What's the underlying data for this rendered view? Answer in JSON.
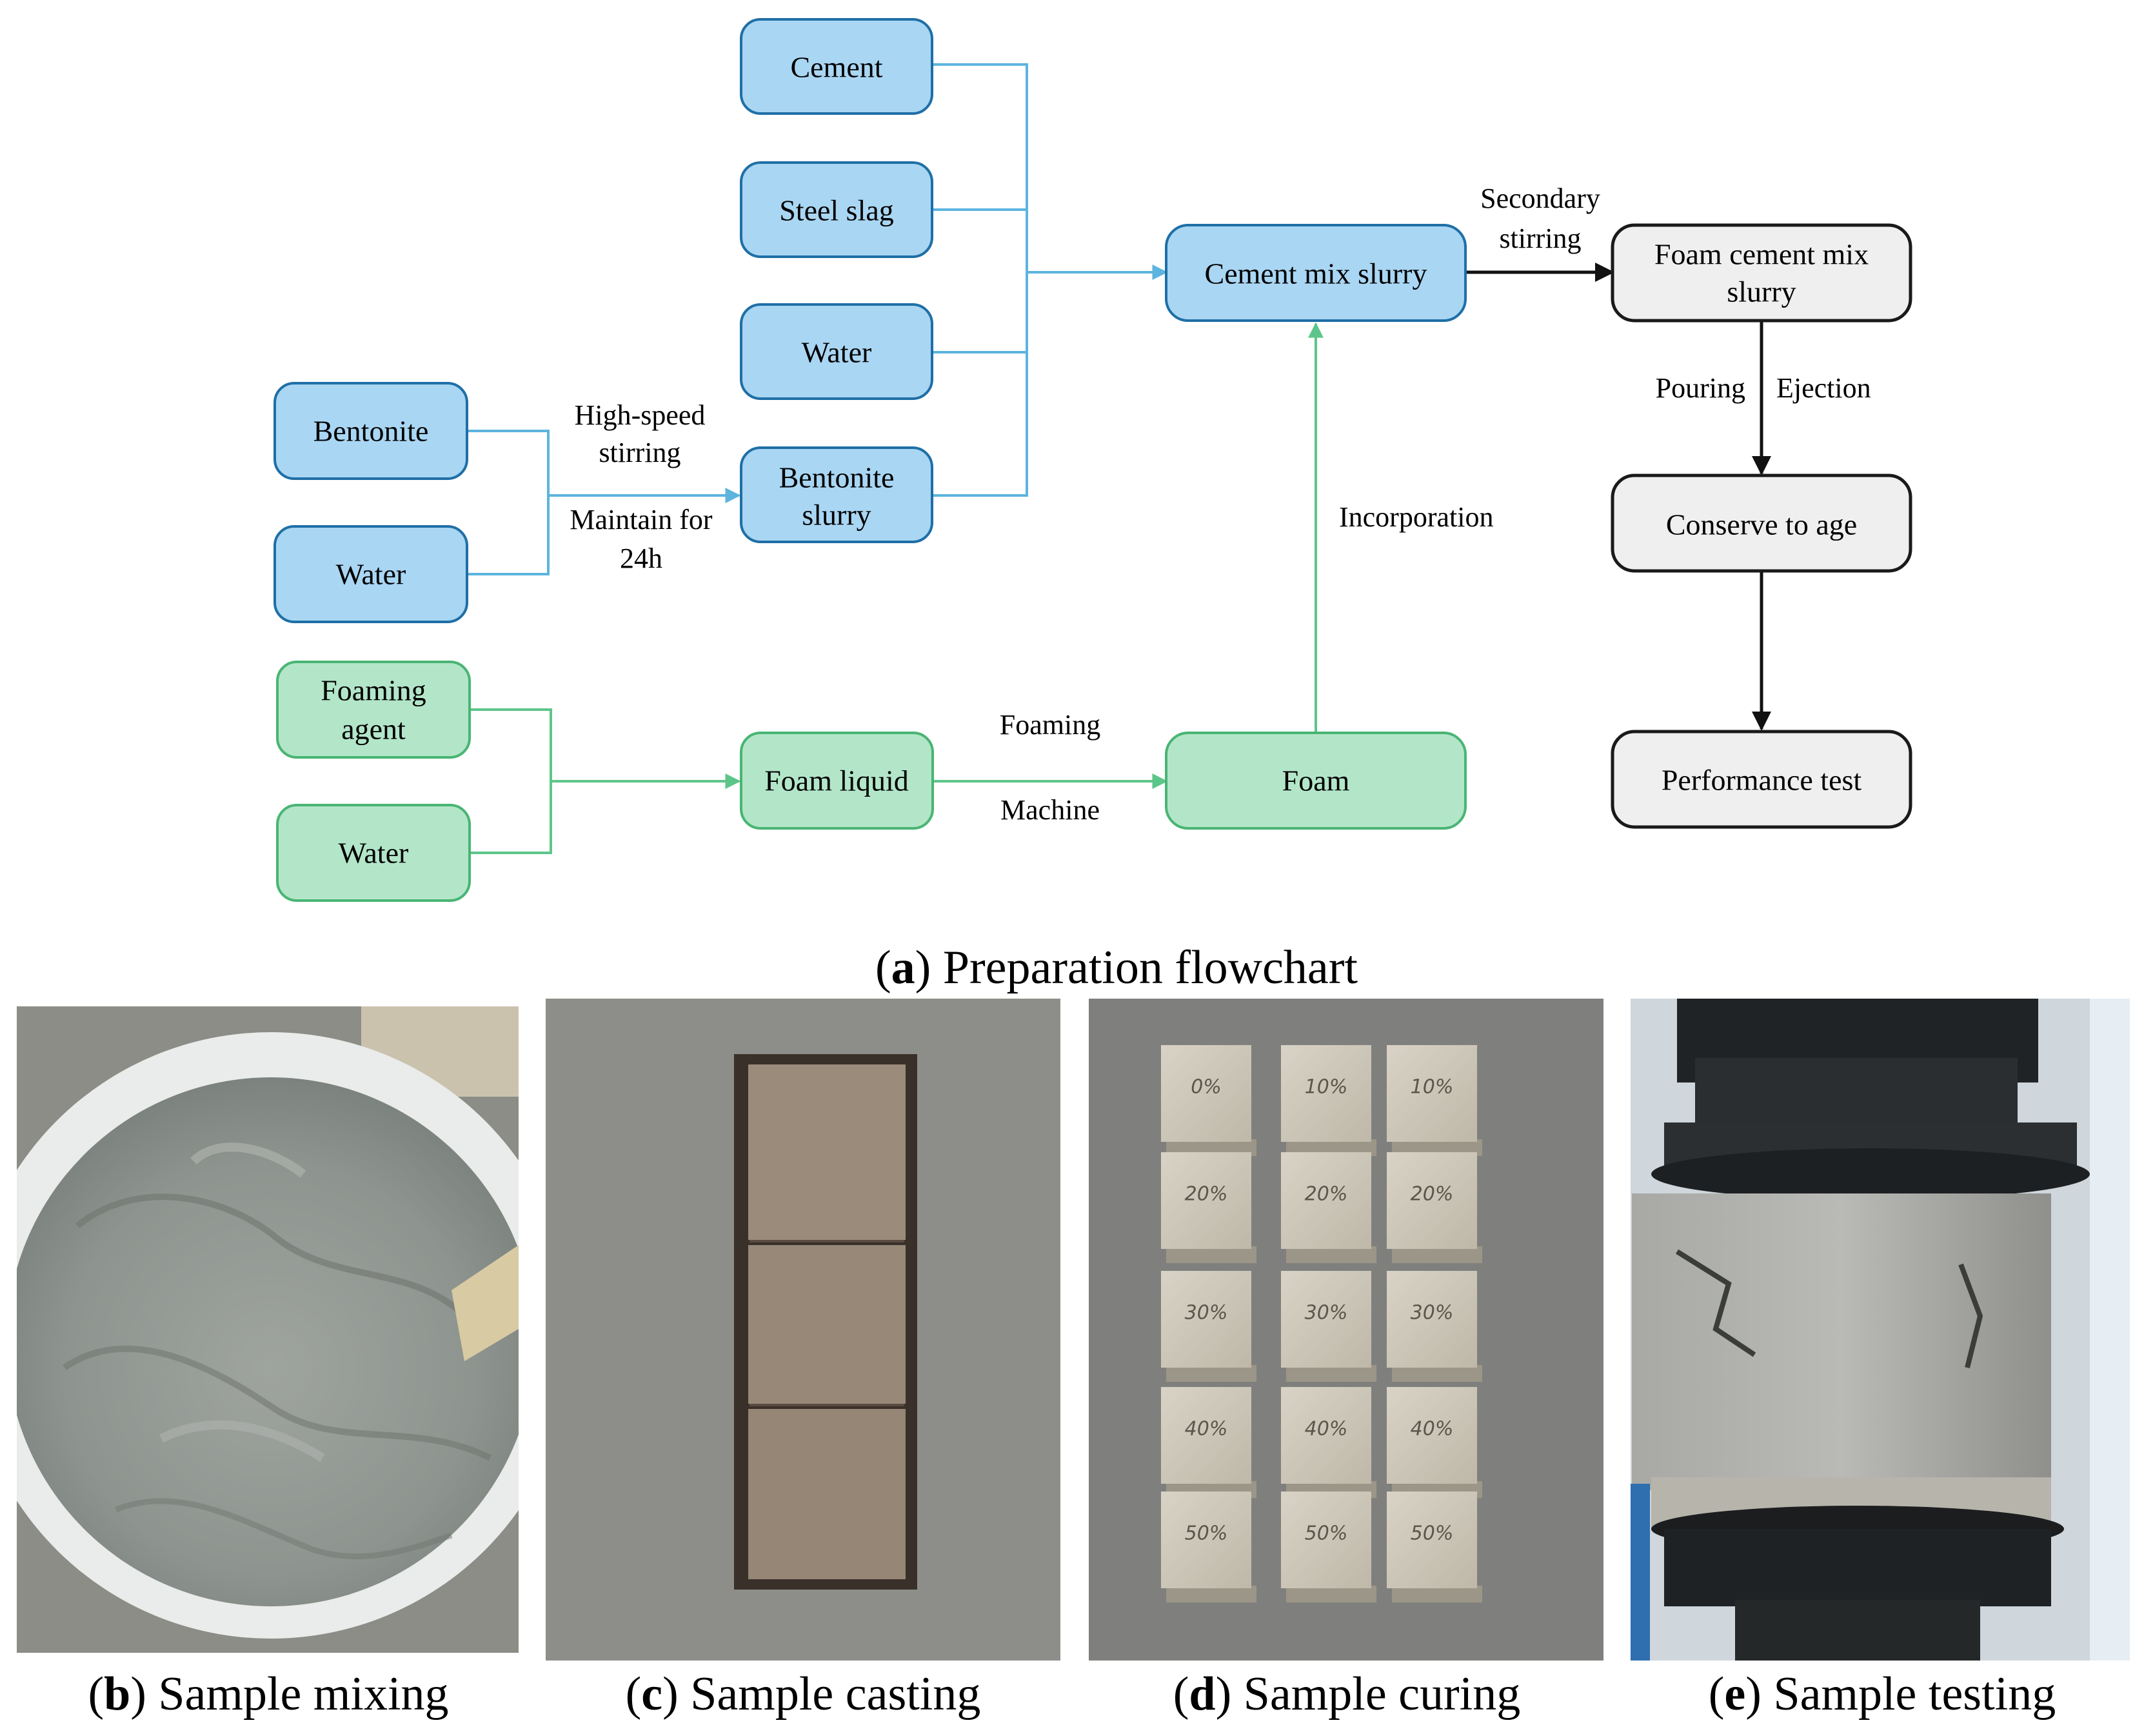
{
  "colors": {
    "blue_fill": "#a9d6f3",
    "blue_stroke": "#1f6fa6",
    "blue_line": "#5db4de",
    "green_fill": "#b3e6c9",
    "green_stroke": "#49b574",
    "green_line": "#5cc68a",
    "gray_fill": "#efefef",
    "gray_stroke": "#1a1a1a",
    "black_line": "#111111"
  },
  "nodes": {
    "cement": "Cement",
    "steel_slag": "Steel slag",
    "water_main": "Water",
    "bentonite_slurry": [
      "Bentonite",
      "slurry"
    ],
    "bentonite": "Bentonite",
    "water_bentonite": "Water",
    "cement_mix_slurry": "Cement mix slurry",
    "foam_cement_mix_slurry": [
      "Foam cement mix",
      "slurry"
    ],
    "conserve_to_age": "Conserve to age",
    "performance_test": "Performance test",
    "foaming_agent": [
      "Foaming",
      "agent"
    ],
    "water_foam": "Water",
    "foam_liquid": "Foam liquid",
    "foam": "Foam"
  },
  "labels": {
    "high_speed_stirring": [
      "High-speed",
      "stirring"
    ],
    "maintain_24h": [
      "Maintain for",
      "24h"
    ],
    "secondary_stirring": [
      "Secondary",
      "stirring"
    ],
    "pouring": "Pouring",
    "ejection": "Ejection",
    "incorporation": "Incorporation",
    "foaming": "Foaming",
    "machine": "Machine"
  },
  "captions": {
    "a": {
      "letter": "a",
      "text": " Preparation flowchart"
    },
    "b": {
      "letter": "b",
      "text": " Sample mixing"
    },
    "c": {
      "letter": "c",
      "text": " Sample casting"
    },
    "d": {
      "letter": "d",
      "text": " Sample curing"
    },
    "e": {
      "letter": "e",
      "text": " Sample testing"
    }
  },
  "photo_labels": {
    "cubes": [
      "0%",
      "10%",
      "10%",
      "20%",
      "20%",
      "20%",
      "30%",
      "30%",
      "30%",
      "40%",
      "40%",
      "40%",
      "50%",
      "50%",
      "50%"
    ]
  }
}
